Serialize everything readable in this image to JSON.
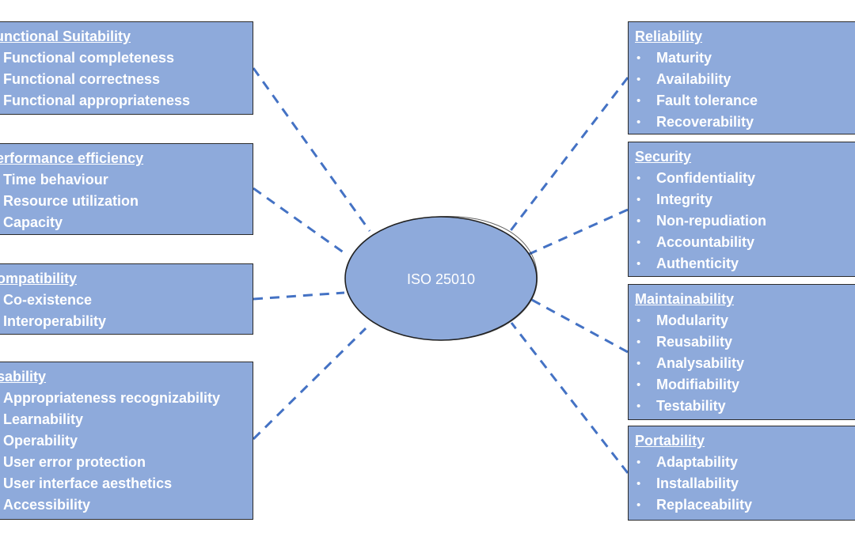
{
  "center": {
    "label": "ISO 25010"
  },
  "colors": {
    "box_fill": "#8eaadb",
    "box_border": "#2b2b2b",
    "connector": "#4472c4",
    "text": "#ffffff"
  },
  "left_groups": [
    {
      "title": "Functional Suitability",
      "items": [
        "Functional completeness",
        "Functional correctness",
        "Functional appropriateness"
      ]
    },
    {
      "title": "Performance efficiency",
      "items": [
        "Time behaviour",
        "Resource utilization",
        "Capacity"
      ]
    },
    {
      "title": "Compatibility",
      "items": [
        "Co-existence",
        "Interoperability"
      ]
    },
    {
      "title": "Usability",
      "items": [
        "Appropriateness recognizability",
        "Learnability",
        "Operability",
        "User error protection",
        "User interface aesthetics",
        "Accessibility"
      ]
    }
  ],
  "right_groups": [
    {
      "title": "Reliability",
      "items": [
        "Maturity",
        "Availability",
        "Fault tolerance",
        "Recoverability"
      ]
    },
    {
      "title": "Security",
      "items": [
        "Confidentiality",
        "Integrity",
        "Non-repudiation",
        "Accountability",
        "Authenticity"
      ]
    },
    {
      "title": "Maintainability",
      "items": [
        "Modularity",
        "Reusability",
        "Analysability",
        "Modifiability",
        "Testability"
      ]
    },
    {
      "title": "Portability",
      "items": [
        "Adaptability",
        "Installability",
        "Replaceability"
      ]
    }
  ]
}
